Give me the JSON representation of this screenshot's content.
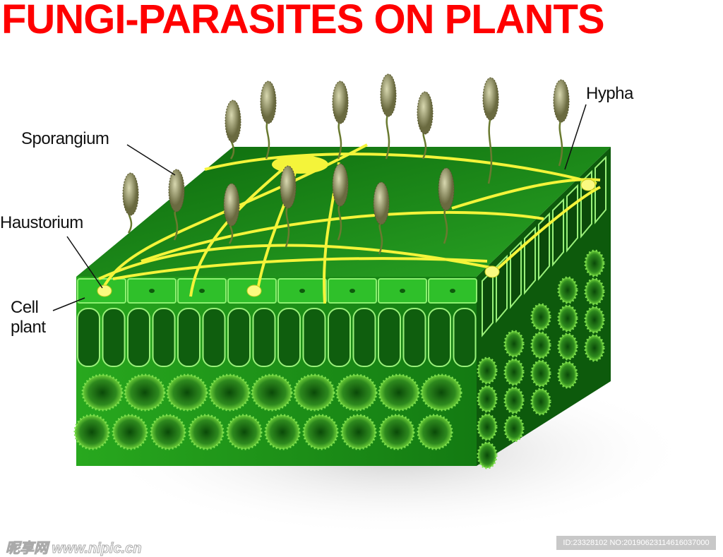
{
  "title": "FUNGI-PARASITES ON PLANTS",
  "labels": {
    "sporangium": "Sporangium",
    "haustorium": "Haustorium",
    "cell_line1": "Cell",
    "cell_line2": "plant",
    "hypha": "Hypha"
  },
  "watermark": {
    "site": "昵享网 www.nipic.cn",
    "id": "ID:23328102 NO:20190623114616037000"
  },
  "colors": {
    "title": "#ff0000",
    "leaf": "#1f8f1a",
    "hypha": "#f4f43a",
    "sporangium": "#9a9a6a"
  }
}
